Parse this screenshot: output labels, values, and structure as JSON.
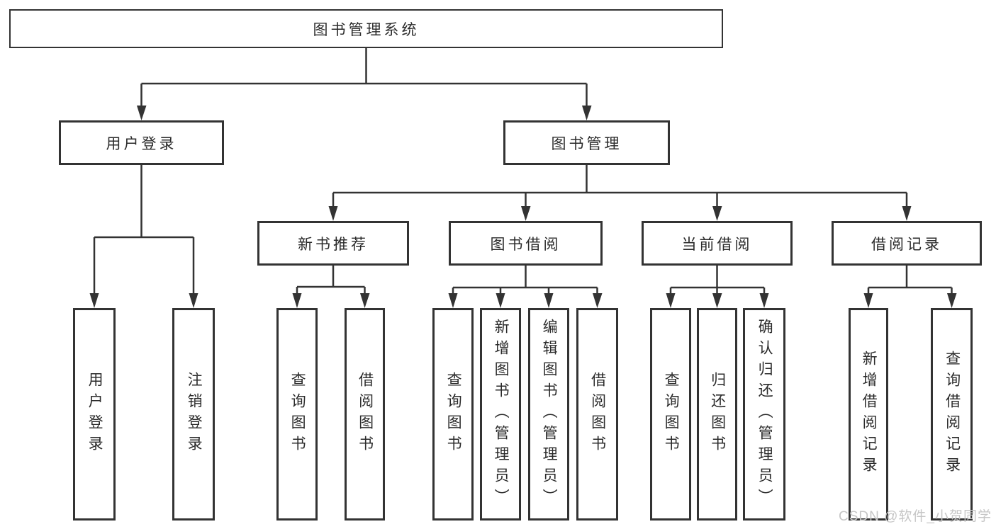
{
  "diagram": {
    "title": "图书管理系统",
    "colors": {
      "line": "#333333",
      "text": "#2b2b2b",
      "background": "#ffffff",
      "watermark": "#c6c6c6"
    },
    "root": {
      "label": "图书管理系统"
    },
    "level2": [
      {
        "label": "用户登录",
        "parent": "图书管理系统"
      },
      {
        "label": "图书管理",
        "parent": "图书管理系统"
      }
    ],
    "level3": [
      {
        "label": "新书推荐",
        "parent": "图书管理"
      },
      {
        "label": "图书借阅",
        "parent": "图书管理"
      },
      {
        "label": "当前借阅",
        "parent": "图书管理"
      },
      {
        "label": "借阅记录",
        "parent": "图书管理"
      }
    ],
    "leaves": [
      {
        "label": "用户登录",
        "parent": "用户登录"
      },
      {
        "label": "注销登录",
        "parent": "用户登录"
      },
      {
        "label": "查询图书",
        "parent": "新书推荐"
      },
      {
        "label": "借阅图书",
        "parent": "新书推荐"
      },
      {
        "label": "查询图书",
        "parent": "图书借阅"
      },
      {
        "label": "新增图书（管理员）",
        "parent": "图书借阅"
      },
      {
        "label": "编辑图书（管理员）",
        "parent": "图书借阅"
      },
      {
        "label": "借阅图书",
        "parent": "图书借阅"
      },
      {
        "label": "查询图书",
        "parent": "当前借阅"
      },
      {
        "label": "归还图书",
        "parent": "当前借阅"
      },
      {
        "label": "确认归还（管理员）",
        "parent": "当前借阅"
      },
      {
        "label": "新增借阅记录",
        "parent": "借阅记录"
      },
      {
        "label": "查询借阅记录",
        "parent": "借阅记录"
      }
    ],
    "watermark": "CSDN @软件_小贺同学"
  }
}
